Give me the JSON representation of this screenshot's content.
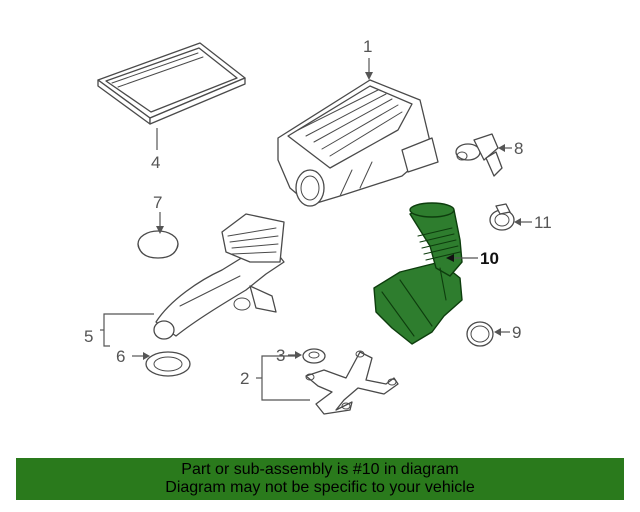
{
  "callouts": {
    "n1": "1",
    "n2": "2",
    "n3": "3",
    "n4": "4",
    "n5": "5",
    "n6": "6",
    "n7": "7",
    "n8": "8",
    "n9": "9",
    "n10": "10",
    "n11": "11"
  },
  "highlighted_part": "10",
  "colors": {
    "highlight_fill": "#2e7d2e",
    "banner_background": "#2a7a1c"
  },
  "banner": {
    "line1": "Part or sub-assembly is #10 in diagram",
    "line2": "Diagram may not be specific to your vehicle"
  }
}
